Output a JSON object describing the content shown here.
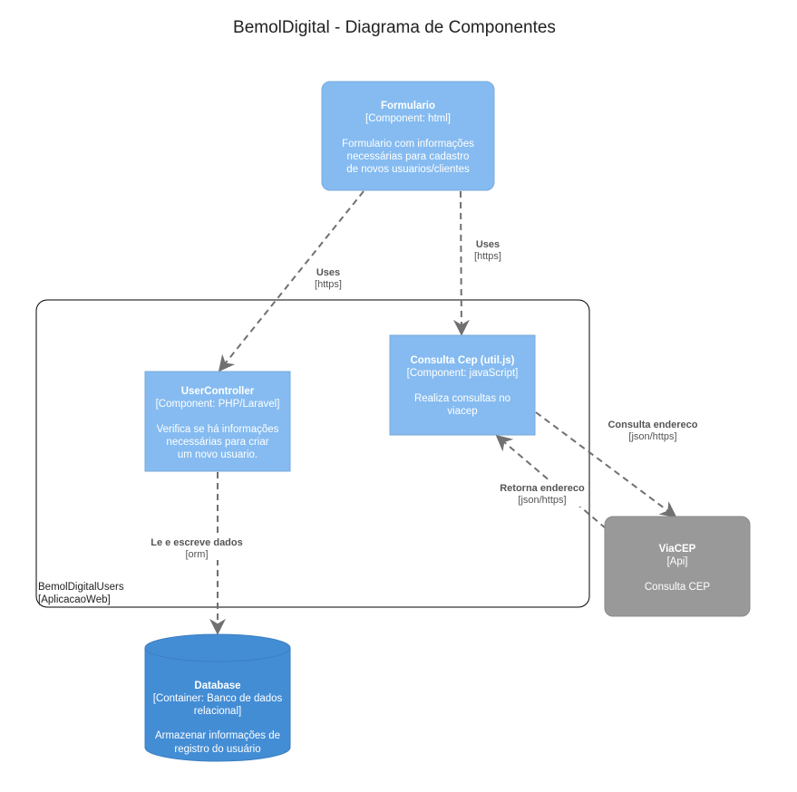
{
  "title": "BemolDigital - Diagrama de Componentes",
  "colors": {
    "component": "#85BBF0",
    "component_border": "#78A8D8",
    "container": "#438DD5",
    "external": "#999999",
    "external_border": "#8A8A8A",
    "edge": "#707070",
    "boundary": "#000000"
  },
  "boundary": {
    "name": "BemolDigitalUsers",
    "type": "[AplicacaoWeb]"
  },
  "nodes": {
    "formulario": {
      "name": "Formulario",
      "type": "[Component: html]",
      "desc": [
        "Formulario com informações",
        "necessárias para cadastro",
        "de novos usuarios/clientes"
      ]
    },
    "usercontroller": {
      "name": "UserController",
      "type": "[Component: PHP/Laravel]",
      "desc": [
        "Verifica se há informações",
        "necessárias para criar",
        "um novo usuario."
      ]
    },
    "consultacep": {
      "name": "Consulta Cep (util.js)",
      "type": "[Component: javaScript]",
      "desc": [
        "Realiza consultas no",
        "viacep"
      ]
    },
    "viacep": {
      "name": "ViaCEP",
      "type": "[Api]",
      "desc": [
        "Consulta CEP"
      ]
    },
    "database": {
      "name": "Database",
      "type": [
        "[Container: Banco de dados",
        "relacional]"
      ],
      "desc": [
        "Armazenar informações de",
        "registro do usuário"
      ]
    }
  },
  "edges": {
    "form_to_user": {
      "label": "Uses",
      "tech": "[https]"
    },
    "form_to_cep": {
      "label": "Uses",
      "tech": "[https]"
    },
    "cep_to_viacep": {
      "label": "Consulta endereco",
      "tech": "[json/https]"
    },
    "viacep_to_cep": {
      "label": "Retorna endereco",
      "tech": "[json/https]"
    },
    "user_to_db": {
      "label": "Le e escreve dados",
      "tech": "[orm]"
    }
  }
}
